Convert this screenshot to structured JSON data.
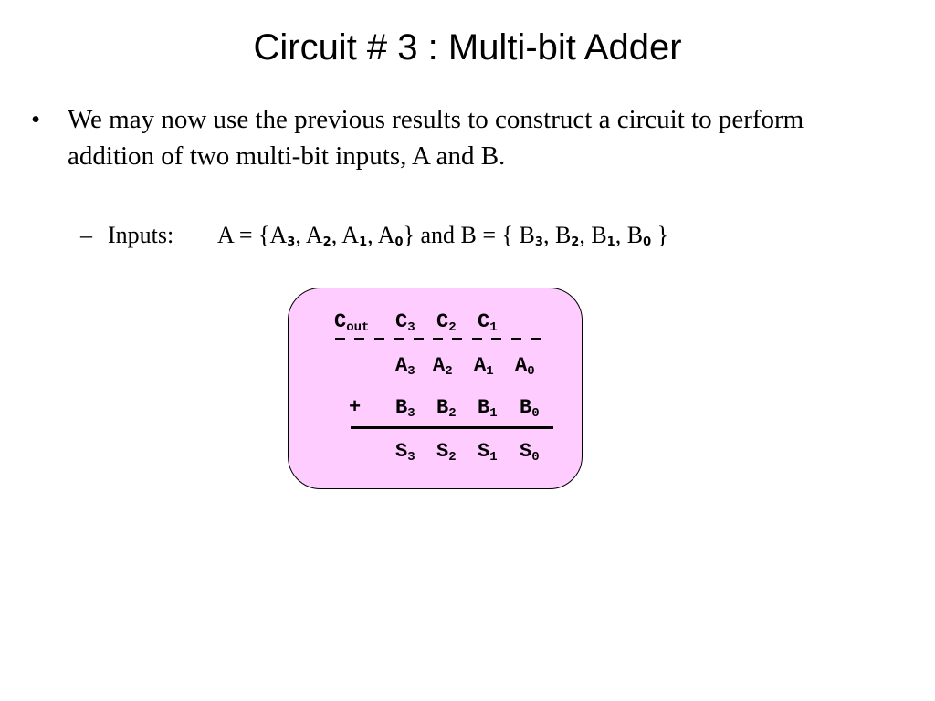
{
  "title": "Circuit # 3 : Multi-bit Adder",
  "bullet": {
    "marker": "•",
    "text": "We may now use the previous results to construct a circuit to perform addition of two multi-bit inputs, A and B."
  },
  "subbullet": {
    "marker": "–",
    "label": "Inputs:",
    "a_prefix": "A = {",
    "a_terms": [
      {
        "base": "A",
        "sub": "3",
        "sep": ", "
      },
      {
        "base": "A",
        "sub": "2",
        "sep": ", "
      },
      {
        "base": "A",
        "sub": "1",
        "sep": ", "
      },
      {
        "base": "A",
        "sub": "0",
        "sep": ""
      }
    ],
    "middle": "} and B = { ",
    "b_terms": [
      {
        "base": "B",
        "sub": "3",
        "sep": ", "
      },
      {
        "base": "B",
        "sub": "2",
        "sep": ", "
      },
      {
        "base": "B",
        "sub": "1",
        "sep": ", "
      },
      {
        "base": "B",
        "sub": "0",
        "sep": ""
      }
    ],
    "suffix": " }"
  },
  "diagram": {
    "carry_row": [
      {
        "base": "C",
        "sub": "out"
      },
      {
        "base": "C",
        "sub": "3"
      },
      {
        "base": "C",
        "sub": "2"
      },
      {
        "base": "C",
        "sub": "1"
      }
    ],
    "a_row": [
      {
        "base": "A",
        "sub": "3"
      },
      {
        "base": "A",
        "sub": "2"
      },
      {
        "base": "A",
        "sub": "1"
      },
      {
        "base": "A",
        "sub": "0"
      }
    ],
    "plus": "+",
    "b_row": [
      {
        "base": "B",
        "sub": "3"
      },
      {
        "base": "B",
        "sub": "2"
      },
      {
        "base": "B",
        "sub": "1"
      },
      {
        "base": "B",
        "sub": "0"
      }
    ],
    "s_row": [
      {
        "base": "S",
        "sub": "3"
      },
      {
        "base": "S",
        "sub": "2"
      },
      {
        "base": "S",
        "sub": "1"
      },
      {
        "base": "S",
        "sub": "0"
      }
    ],
    "box_color": "#ffccff"
  }
}
